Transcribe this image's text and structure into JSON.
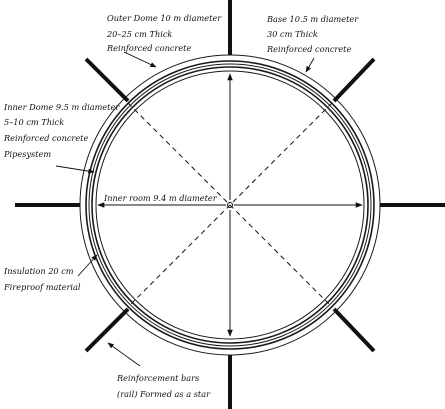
{
  "labels": {
    "outer_dome": [
      "Outer Dome  10  m  diameter",
      "20–25 cm Thick",
      "Reinforced  concrete"
    ],
    "base": [
      "Base  10.5 m diameter",
      "30  cm Thick",
      "Reinforced  concrete"
    ],
    "inner_dome": [
      "Inner Dome   9.5 m diameter",
      "5–10 cm Thick",
      "Reinforced  concrete",
      "Pipesystem"
    ],
    "inner_room": [
      "Inner room  9.4 m  diameter"
    ],
    "insulation": [
      "Insulation  20 cm",
      "Fireproof material"
    ],
    "reinforcement": [
      "Reinforcement bars",
      "(rail)  Formed  as a star"
    ]
  },
  "colors": {
    "ink": "#111111",
    "background": "#ffffff"
  }
}
